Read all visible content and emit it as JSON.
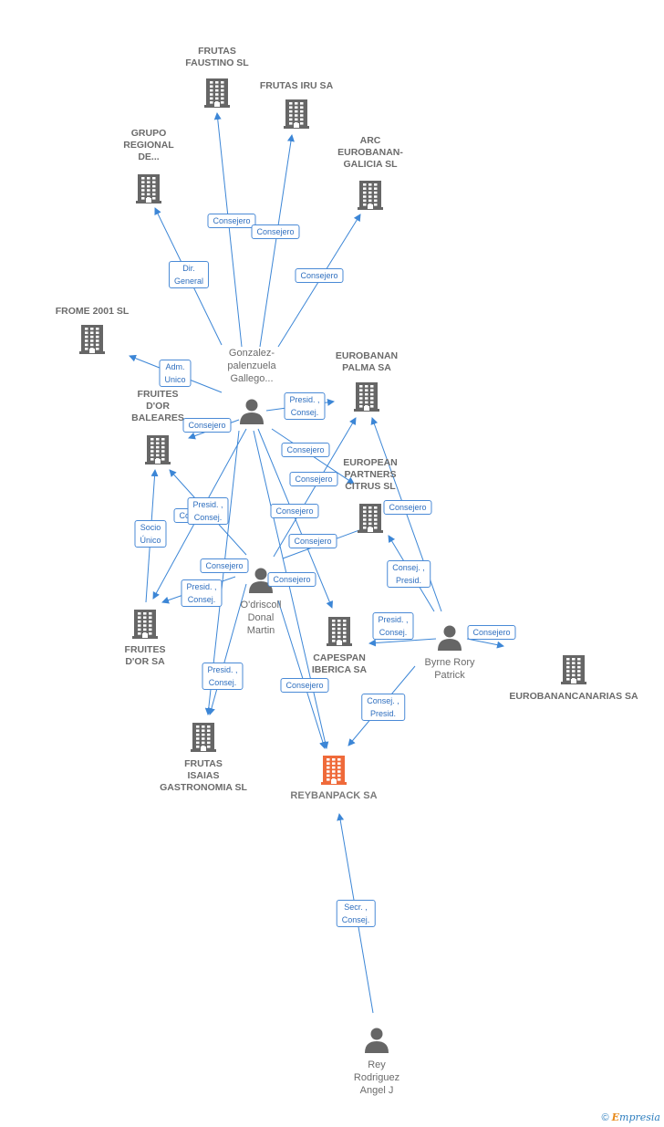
{
  "colors": {
    "edge": "#3c86d6",
    "node": "#666666",
    "main": "#ef6a3a"
  },
  "nodes": [
    {
      "id": "frutas_faustino",
      "kind": "company",
      "lines": [
        "FRUTAS",
        "FAUSTINO SL"
      ]
    },
    {
      "id": "frutas_iru",
      "kind": "company",
      "lines": [
        "FRUTAS IRU SA"
      ]
    },
    {
      "id": "grupo_regional",
      "kind": "company",
      "lines": [
        "GRUPO",
        "REGIONAL",
        "DE..."
      ]
    },
    {
      "id": "arc_eurobanan",
      "kind": "company",
      "lines": [
        "ARC",
        "EUROBANAN-",
        "GALICIA SL"
      ]
    },
    {
      "id": "frome",
      "kind": "company",
      "lines": [
        "FROME 2001 SL"
      ]
    },
    {
      "id": "gonzalez",
      "kind": "person",
      "lines": [
        "Gonzalez-",
        "palenzuela",
        "Gallego..."
      ]
    },
    {
      "id": "eurobanan_palma",
      "kind": "company",
      "lines": [
        "EUROBANAN",
        "PALMA SA"
      ]
    },
    {
      "id": "fruites_baleares",
      "kind": "company",
      "lines": [
        "FRUITES",
        "D'OR",
        "BALEARES"
      ]
    },
    {
      "id": "european_partners",
      "kind": "company",
      "lines": [
        "EUROPEAN",
        "PARTNERS",
        "CITRUS SL"
      ]
    },
    {
      "id": "odriscoll",
      "kind": "person",
      "lines": [
        "O'driscoll",
        "Donal",
        "Martin"
      ]
    },
    {
      "id": "fruites_dor",
      "kind": "company",
      "lines": [
        "FRUITES",
        "D'OR SA"
      ]
    },
    {
      "id": "capespan",
      "kind": "company",
      "lines": [
        "CAPESPAN",
        "IBERICA SA"
      ]
    },
    {
      "id": "byrne",
      "kind": "person",
      "lines": [
        "Byrne Rory",
        "Patrick"
      ]
    },
    {
      "id": "eurobanan_canarias",
      "kind": "company",
      "lines": [
        "EUROBANANCANARIAS SA"
      ]
    },
    {
      "id": "frutas_isaias",
      "kind": "company",
      "lines": [
        "FRUTAS",
        "ISAIAS",
        "GASTRONOMIA SL"
      ]
    },
    {
      "id": "reybanpack",
      "kind": "main",
      "lines": [
        "REYBANPACK SA"
      ]
    },
    {
      "id": "rey",
      "kind": "person",
      "lines": [
        "Rey",
        "Rodriguez",
        "Angel J"
      ]
    }
  ],
  "edges": [
    {
      "from": "gonzalez",
      "to": "frutas_faustino",
      "lines": [
        "Consejero"
      ]
    },
    {
      "from": "gonzalez",
      "to": "frutas_iru",
      "lines": [
        "Consejero"
      ]
    },
    {
      "from": "gonzalez",
      "to": "grupo_regional",
      "lines": [
        "Dir.",
        "General"
      ]
    },
    {
      "from": "gonzalez",
      "to": "arc_eurobanan",
      "lines": [
        "Consejero"
      ]
    },
    {
      "from": "gonzalez",
      "to": "frome",
      "lines": [
        "Adm.",
        "Unico"
      ]
    },
    {
      "from": "gonzalez",
      "to": "eurobanan_palma",
      "lines": [
        "Presid. ,",
        "Consej."
      ]
    },
    {
      "from": "gonzalez",
      "to": "fruites_baleares",
      "lines": [
        "Consejero"
      ]
    },
    {
      "from": "gonzalez",
      "to": "european_partners",
      "lines": [
        "Consejero"
      ]
    },
    {
      "from": "gonzalez",
      "to": "fruites_dor",
      "lines": [
        "Consejero"
      ]
    },
    {
      "from": "gonzalez",
      "to": "capespan",
      "lines": [
        "Consejero"
      ]
    },
    {
      "from": "gonzalez",
      "to": "frutas_isaias",
      "lines": [
        "Consejero"
      ]
    },
    {
      "from": "gonzalez",
      "to": "reybanpack",
      "lines": [
        "Consejero"
      ]
    },
    {
      "from": "fruites_dor",
      "to": "fruites_baleares",
      "lines": [
        "Socio",
        "Único"
      ]
    },
    {
      "from": "odriscoll",
      "to": "fruites_baleares",
      "lines": [
        "Presid. ,",
        "Consej."
      ]
    },
    {
      "from": "odriscoll",
      "to": "eurobanan_palma",
      "lines": [
        "Consejero"
      ]
    },
    {
      "from": "odriscoll",
      "to": "european_partners",
      "lines": [
        "Consejero"
      ]
    },
    {
      "from": "odriscoll",
      "to": "fruites_dor",
      "lines": [
        "Presid. ,",
        "Consej."
      ]
    },
    {
      "from": "odriscoll",
      "to": "frutas_isaias",
      "lines": [
        "Presid. ,",
        "Consej."
      ]
    },
    {
      "from": "odriscoll",
      "to": "reybanpack",
      "lines": [
        "Consejero"
      ]
    },
    {
      "from": "byrne",
      "to": "eurobanan_palma",
      "lines": [
        "Consejero"
      ]
    },
    {
      "from": "byrne",
      "to": "european_partners",
      "lines": [
        "Consej. ,",
        "Presid."
      ]
    },
    {
      "from": "byrne",
      "to": "capespan",
      "lines": [
        "Presid. ,",
        "Consej."
      ]
    },
    {
      "from": "byrne",
      "to": "eurobanan_canarias",
      "lines": [
        "Consejero"
      ]
    },
    {
      "from": "byrne",
      "to": "reybanpack",
      "lines": [
        "Consej. ,",
        "Presid."
      ]
    },
    {
      "from": "rey",
      "to": "reybanpack",
      "lines": [
        "Secr. ,",
        "Consej."
      ]
    }
  ],
  "footer": {
    "copyright": "©",
    "brand_initial": "E",
    "brand_rest": "mpresia"
  }
}
